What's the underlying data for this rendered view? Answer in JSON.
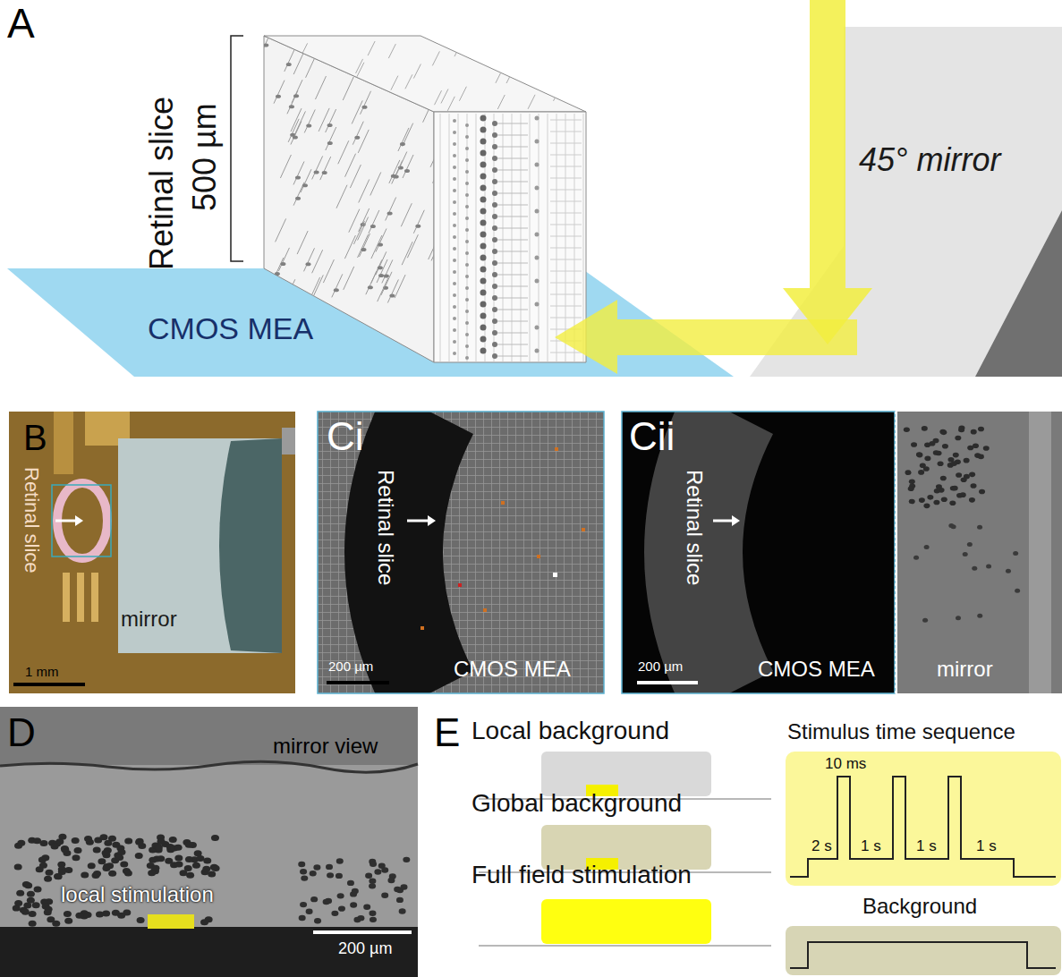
{
  "diagram": {
    "nodes": [
      {
        "text": [
          "CMOS MEA"
        ]
      },
      {
        "text": [
          "45° mirror"
        ]
      },
      {
        "text": [
          "Retinal slice",
          "mirror",
          "1 mm"
        ]
      },
      {
        "text": [
          "Retinal slice",
          "CMOS MEA",
          "200 µm"
        ]
      },
      {
        "text": [
          "Retinal slice",
          "CMOS MEA",
          "mirror",
          "200 µm"
        ]
      },
      {
        "text": [
          "mirror view",
          "local stimulation",
          "200 µm"
        ]
      },
      {
        "text": [
          "Stimulus time sequence",
          "10 ms",
          "2 s",
          "1 s",
          "1 s",
          "1 s"
        ]
      },
      {
        "text": [
          "Background"
        ]
      }
    ],
    "labels": [
      "A",
      "Retinal slice",
      "500 µm",
      "B",
      "Ci",
      "Cii",
      "D",
      "E",
      "Local background",
      "Global background",
      "Full field stimulation"
    ]
  }
}
